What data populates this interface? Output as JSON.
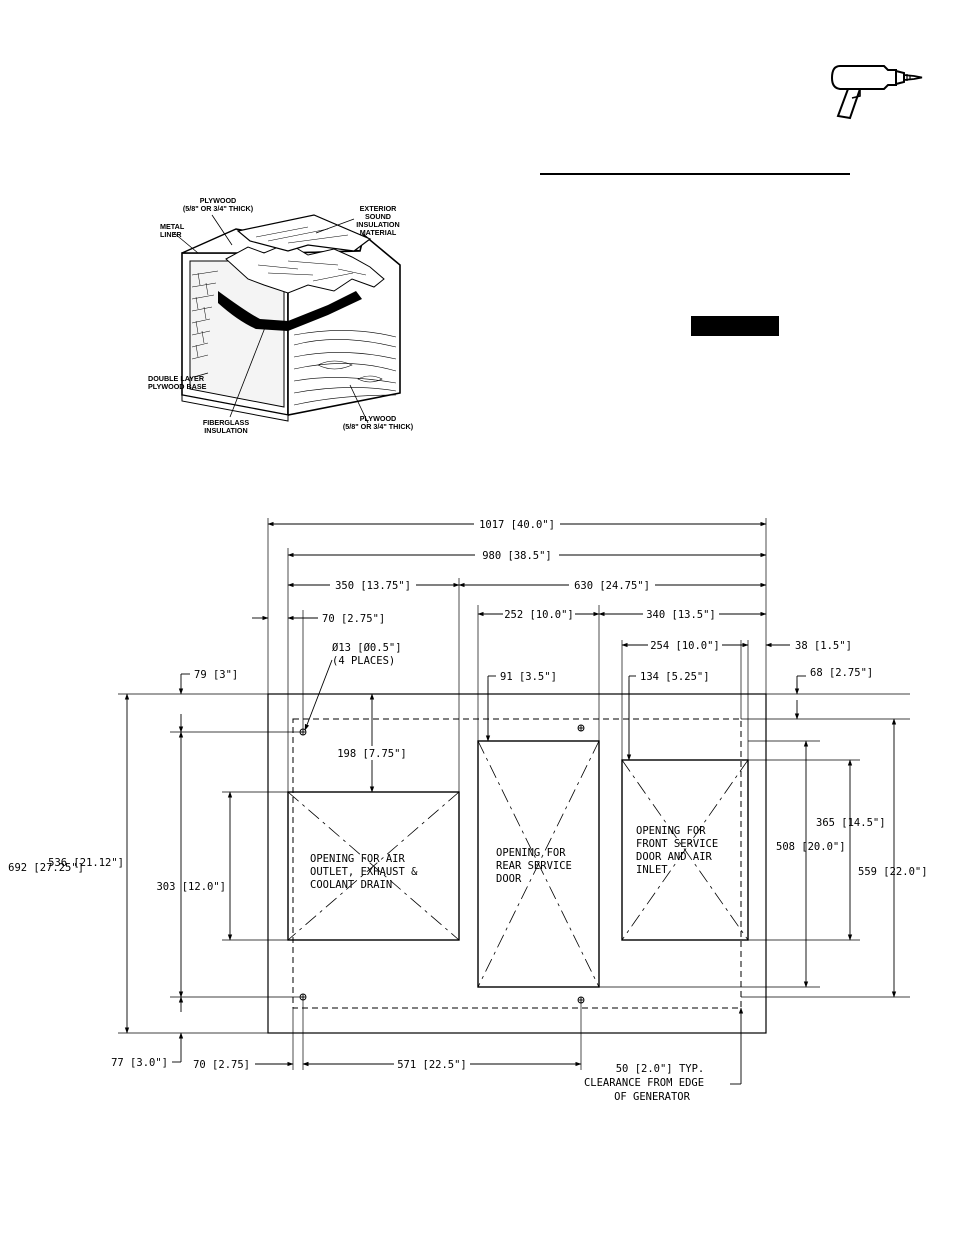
{
  "iso": {
    "plywood_top": [
      "PLYWOOD",
      "(5/8\" OR 3/4\" THICK)"
    ],
    "metal_liner": [
      "METAL",
      "LINER"
    ],
    "exterior": [
      "EXTERIOR",
      "SOUND",
      "INSULATION",
      "MATERIAL"
    ],
    "double_layer": [
      "DOUBLE LAYER",
      "PLYWOOD BASE"
    ],
    "fiberglass": [
      "FIBERGLASS",
      "INSULATION"
    ],
    "plywood_side": [
      "PLYWOOD",
      "(5/8\" OR 3/4\" THICK)"
    ]
  },
  "plan": {
    "dims": {
      "overall": "1017 [40.0\"]",
      "inner": "980 [38.5\"]",
      "left_span": "350 [13.75\"]",
      "right_span": "630 [24.75\"]",
      "hole_offset": "70 [2.75\"]",
      "rear_width": "252 [10.0\"]",
      "front_span": "340 [13.5\"]",
      "front_width": "254 [10.0\"]",
      "right_margin": "38 [1.5\"]",
      "hole_dia": [
        "Ø13 [Ø0.5\"]",
        "(4 PLACES)"
      ],
      "top_79": "79 [3\"]",
      "top_91": "91 [3.5\"]",
      "top_134": "134 [5.25\"]",
      "top_68": "68 [2.75\"]",
      "v198": "198 [7.75\"]",
      "v536": "536 [21.12\"]",
      "v692": "692 [27.25\"]",
      "v303": "303 [12.0\"]",
      "v365": "365 [14.5\"]",
      "v508": "508 [20.0\"]",
      "v559": "559 [22.0\"]",
      "b77": "77 [3.0\"]",
      "b70": "70 [2.75]",
      "b571": "571 [22.5\"]",
      "clearance": [
        "50 [2.0\"] TYP.",
        "CLEARANCE FROM EDGE",
        "OF GENERATOR"
      ]
    },
    "openings": {
      "air_outlet": [
        "OPENING FOR AIR",
        "OUTLET, EXHAUST &",
        "COOLANT DRAIN"
      ],
      "rear_service": [
        "OPENING FOR",
        "REAR SERVICE",
        "DOOR"
      ],
      "front_service": [
        "OPENING FOR",
        "FRONT SERVICE",
        "DOOR AND AIR",
        "INLET"
      ]
    }
  }
}
